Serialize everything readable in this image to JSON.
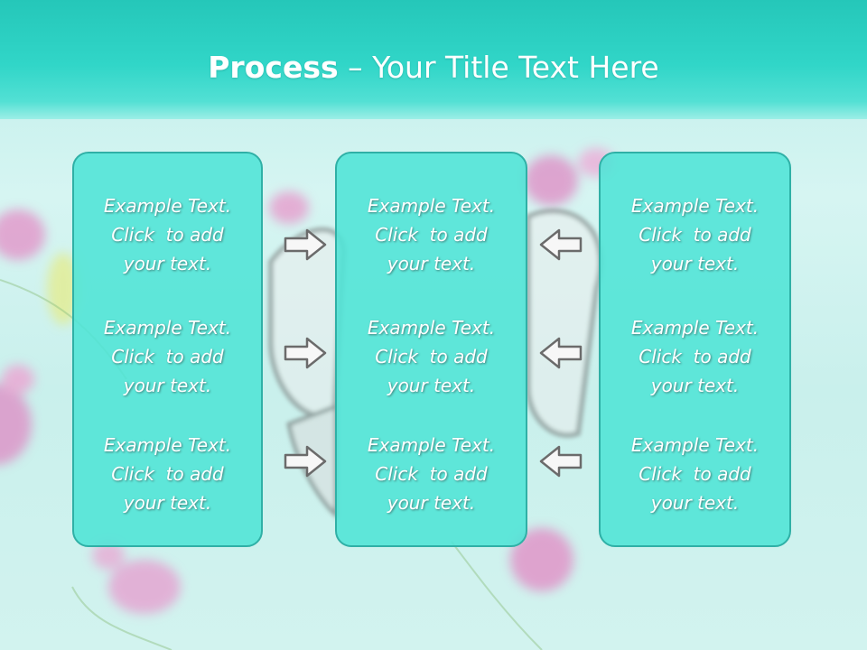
{
  "title": {
    "bold": "Process",
    "rest": " – Your Title Text Here"
  },
  "columns": [
    {
      "items": [
        {
          "line1": "Example Text.",
          "line2": "Click  to add",
          "line3": "your text."
        },
        {
          "line1": "Example Text.",
          "line2": "Click  to add",
          "line3": "your text."
        },
        {
          "line1": "Example Text.",
          "line2": "Click  to add",
          "line3": "your text."
        }
      ]
    },
    {
      "items": [
        {
          "line1": "Example Text.",
          "line2": "Click  to add",
          "line3": "your text."
        },
        {
          "line1": "Example Text.",
          "line2": "Click  to add",
          "line3": "your text."
        },
        {
          "line1": "Example Text.",
          "line2": "Click  to add",
          "line3": "your text."
        }
      ]
    },
    {
      "items": [
        {
          "line1": "Example Text.",
          "line2": "Click  to add",
          "line3": "your text."
        },
        {
          "line1": "Example Text.",
          "line2": "Click  to add",
          "line3": "your text."
        },
        {
          "line1": "Example Text.",
          "line2": "Click  to add",
          "line3": "your text."
        }
      ]
    }
  ],
  "icons": {
    "left_arrows": "arrow-right-icon",
    "right_arrows": "arrow-left-icon"
  },
  "colors": {
    "header": "#31d6c8",
    "box_fill": "#4fe4d6",
    "box_border": "#2fb0a6",
    "text": "#ffffff"
  }
}
